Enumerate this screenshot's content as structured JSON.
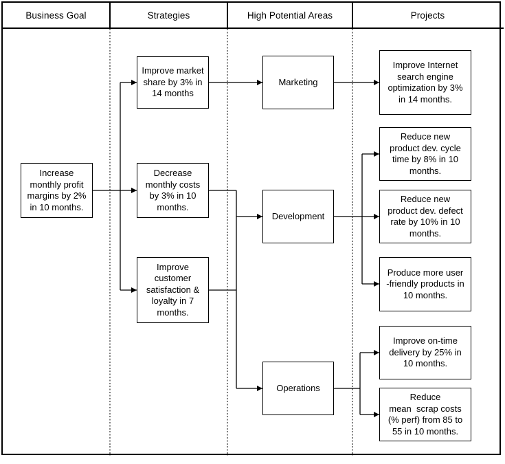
{
  "diagram": {
    "type": "flowchart",
    "columns": [
      {
        "id": "business_goal",
        "label": "Business Goal"
      },
      {
        "id": "strategies",
        "label": "Strategies"
      },
      {
        "id": "high_potential_areas",
        "label": "High Potential Areas"
      },
      {
        "id": "projects",
        "label": "Projects"
      }
    ],
    "colors": {
      "line": "#000000",
      "background": "#ffffff",
      "box_fill": "#ffffff"
    }
  },
  "nodes": {
    "business_goal": {
      "column": "business_goal",
      "text": "Increase\nmonthly profit\nmargins by 2%\nin 10 months."
    },
    "improve_market_share": {
      "column": "strategies",
      "text": "Improve market\nshare by 3% in\n14 months"
    },
    "decrease_monthly_costs": {
      "column": "strategies",
      "text": "Decrease\nmonthly costs\nby 3% in 10\nmonths."
    },
    "improve_customer_satisfaction": {
      "column": "strategies",
      "text": "Improve\ncustomer\nsatisfaction &\nloyalty in 7\nmonths."
    },
    "marketing": {
      "column": "high_potential_areas",
      "text": "Marketing"
    },
    "development": {
      "column": "high_potential_areas",
      "text": "Development"
    },
    "operations": {
      "column": "high_potential_areas",
      "text": "Operations"
    },
    "improve_search_optimization": {
      "column": "projects",
      "text": "Improve Internet\nsearch engine\noptimization by 3%\nin 14 months."
    },
    "reduce_dev_cycle_time": {
      "column": "projects",
      "text": "Reduce new\nproduct dev. cycle\ntime by 8% in 10\nmonths."
    },
    "reduce_dev_defect_rate": {
      "column": "projects",
      "text": "Reduce new\nproduct dev. defect\nrate by 10% in 10\nmonths."
    },
    "produce_user_friendly": {
      "column": "projects",
      "text": "Produce more user\n-friendly products in\n10 months."
    },
    "improve_on_time_delivery": {
      "column": "projects",
      "text": "Improve on-time\ndelivery by 25% in\n10 months."
    },
    "reduce_scrap_costs": {
      "column": "projects",
      "text": "Reduce\nmean  scrap costs\n(% perf) from 85 to\n55 in 10 months."
    }
  },
  "edges": [
    {
      "from": "business_goal",
      "to": "improve_market_share"
    },
    {
      "from": "business_goal",
      "to": "decrease_monthly_costs"
    },
    {
      "from": "business_goal",
      "to": "improve_customer_satisfaction"
    },
    {
      "from": "improve_market_share",
      "to": "marketing"
    },
    {
      "from": "decrease_monthly_costs",
      "to": "development"
    },
    {
      "from": "improve_customer_satisfaction",
      "to": "operations"
    },
    {
      "from": "marketing",
      "to": "improve_search_optimization"
    },
    {
      "from": "development",
      "to": "reduce_dev_cycle_time"
    },
    {
      "from": "development",
      "to": "reduce_dev_defect_rate"
    },
    {
      "from": "development",
      "to": "produce_user_friendly"
    },
    {
      "from": "operations",
      "to": "improve_on_time_delivery"
    },
    {
      "from": "operations",
      "to": "reduce_scrap_costs"
    }
  ]
}
